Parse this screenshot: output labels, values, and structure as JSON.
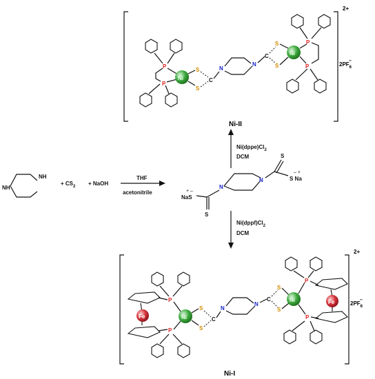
{
  "reactants": {
    "cs2": "+ CS",
    "cs2_sub": "2",
    "naoh": "+ NaOH",
    "conditions_top": "THF",
    "conditions_bottom": "acetonitrile"
  },
  "intermediate": {
    "s_top": "S",
    "s_bottom": "S",
    "na_right_charge": "–  +",
    "na_right": "S  Na",
    "na_left_charge": "+ –",
    "na_left": "NaS",
    "n": "N"
  },
  "route_up": {
    "reagent_line1": "Ni(dppe)Cl",
    "reagent_line1_sub": "2",
    "reagent_line2": "DCM",
    "product_label": "Ni-II"
  },
  "route_down": {
    "reagent_line1": "Ni(dppf)Cl",
    "reagent_line1_sub": "2",
    "reagent_line2": "DCM",
    "product_label": "Ni-I"
  },
  "complex_ii": {
    "charge": "2+",
    "counterion": "2PF",
    "counterion_sub": "6",
    "counterion_sup": "–"
  },
  "complex_i": {
    "charge": "2+",
    "counterion": "2PF",
    "counterion_sub": "6",
    "counterion_sup": "–"
  },
  "atoms": {
    "ni": "Ni",
    "fe": "Fe",
    "p": "P",
    "s": "S",
    "n": "N",
    "c": "C"
  },
  "colors": {
    "nickel": "#3faa3f",
    "iron": "#d6323a",
    "phosphorus": "#e0211c",
    "sulfur": "#d08a00",
    "nitrogen": "#1a24c8"
  }
}
